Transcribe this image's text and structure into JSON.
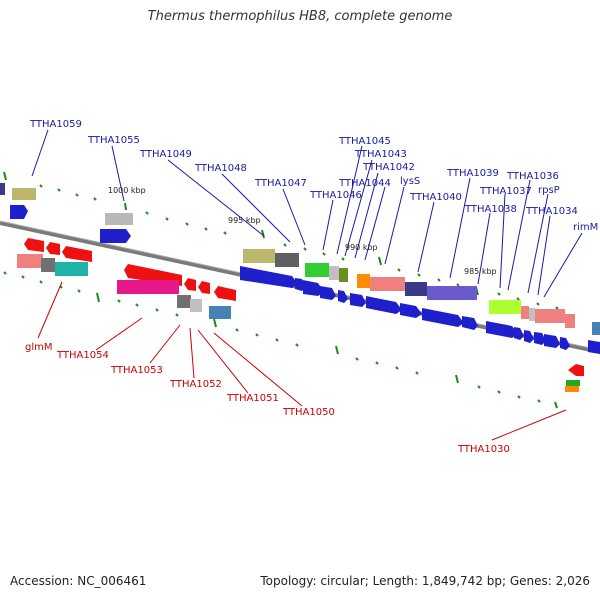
{
  "title": "Thermus thermophilus HB8, complete genome",
  "footer": {
    "accession": "Accession: NC_006461",
    "summary": "Topology: circular; Length: 1,849,742 bp; Genes: 2,026"
  },
  "colors": {
    "forward_label": "#1a1aa6",
    "reverse_label": "#cc0000",
    "backbone": "#7a7a7a",
    "tick": "#1a8a1a"
  },
  "scale_labels": [
    "1000 kbp",
    "995 kbp",
    "990 kbp",
    "985 kbp"
  ],
  "forward_genes": [
    "TTHA1059",
    "TTHA1055",
    "TTHA1049",
    "TTHA1048",
    "TTHA1047",
    "TTHA1046",
    "TTHA1045",
    "TTHA1044",
    "TTHA1043",
    "TTHA1042",
    "lysS",
    "TTHA1040",
    "TTHA1039",
    "TTHA1038",
    "TTHA1037",
    "TTHA1036",
    "rpsP",
    "TTHA1034",
    "rimM"
  ],
  "reverse_genes": [
    "glmM",
    "TTHA1054",
    "TTHA1053",
    "TTHA1052",
    "TTHA1051",
    "TTHA1050",
    "TTHA1030"
  ]
}
